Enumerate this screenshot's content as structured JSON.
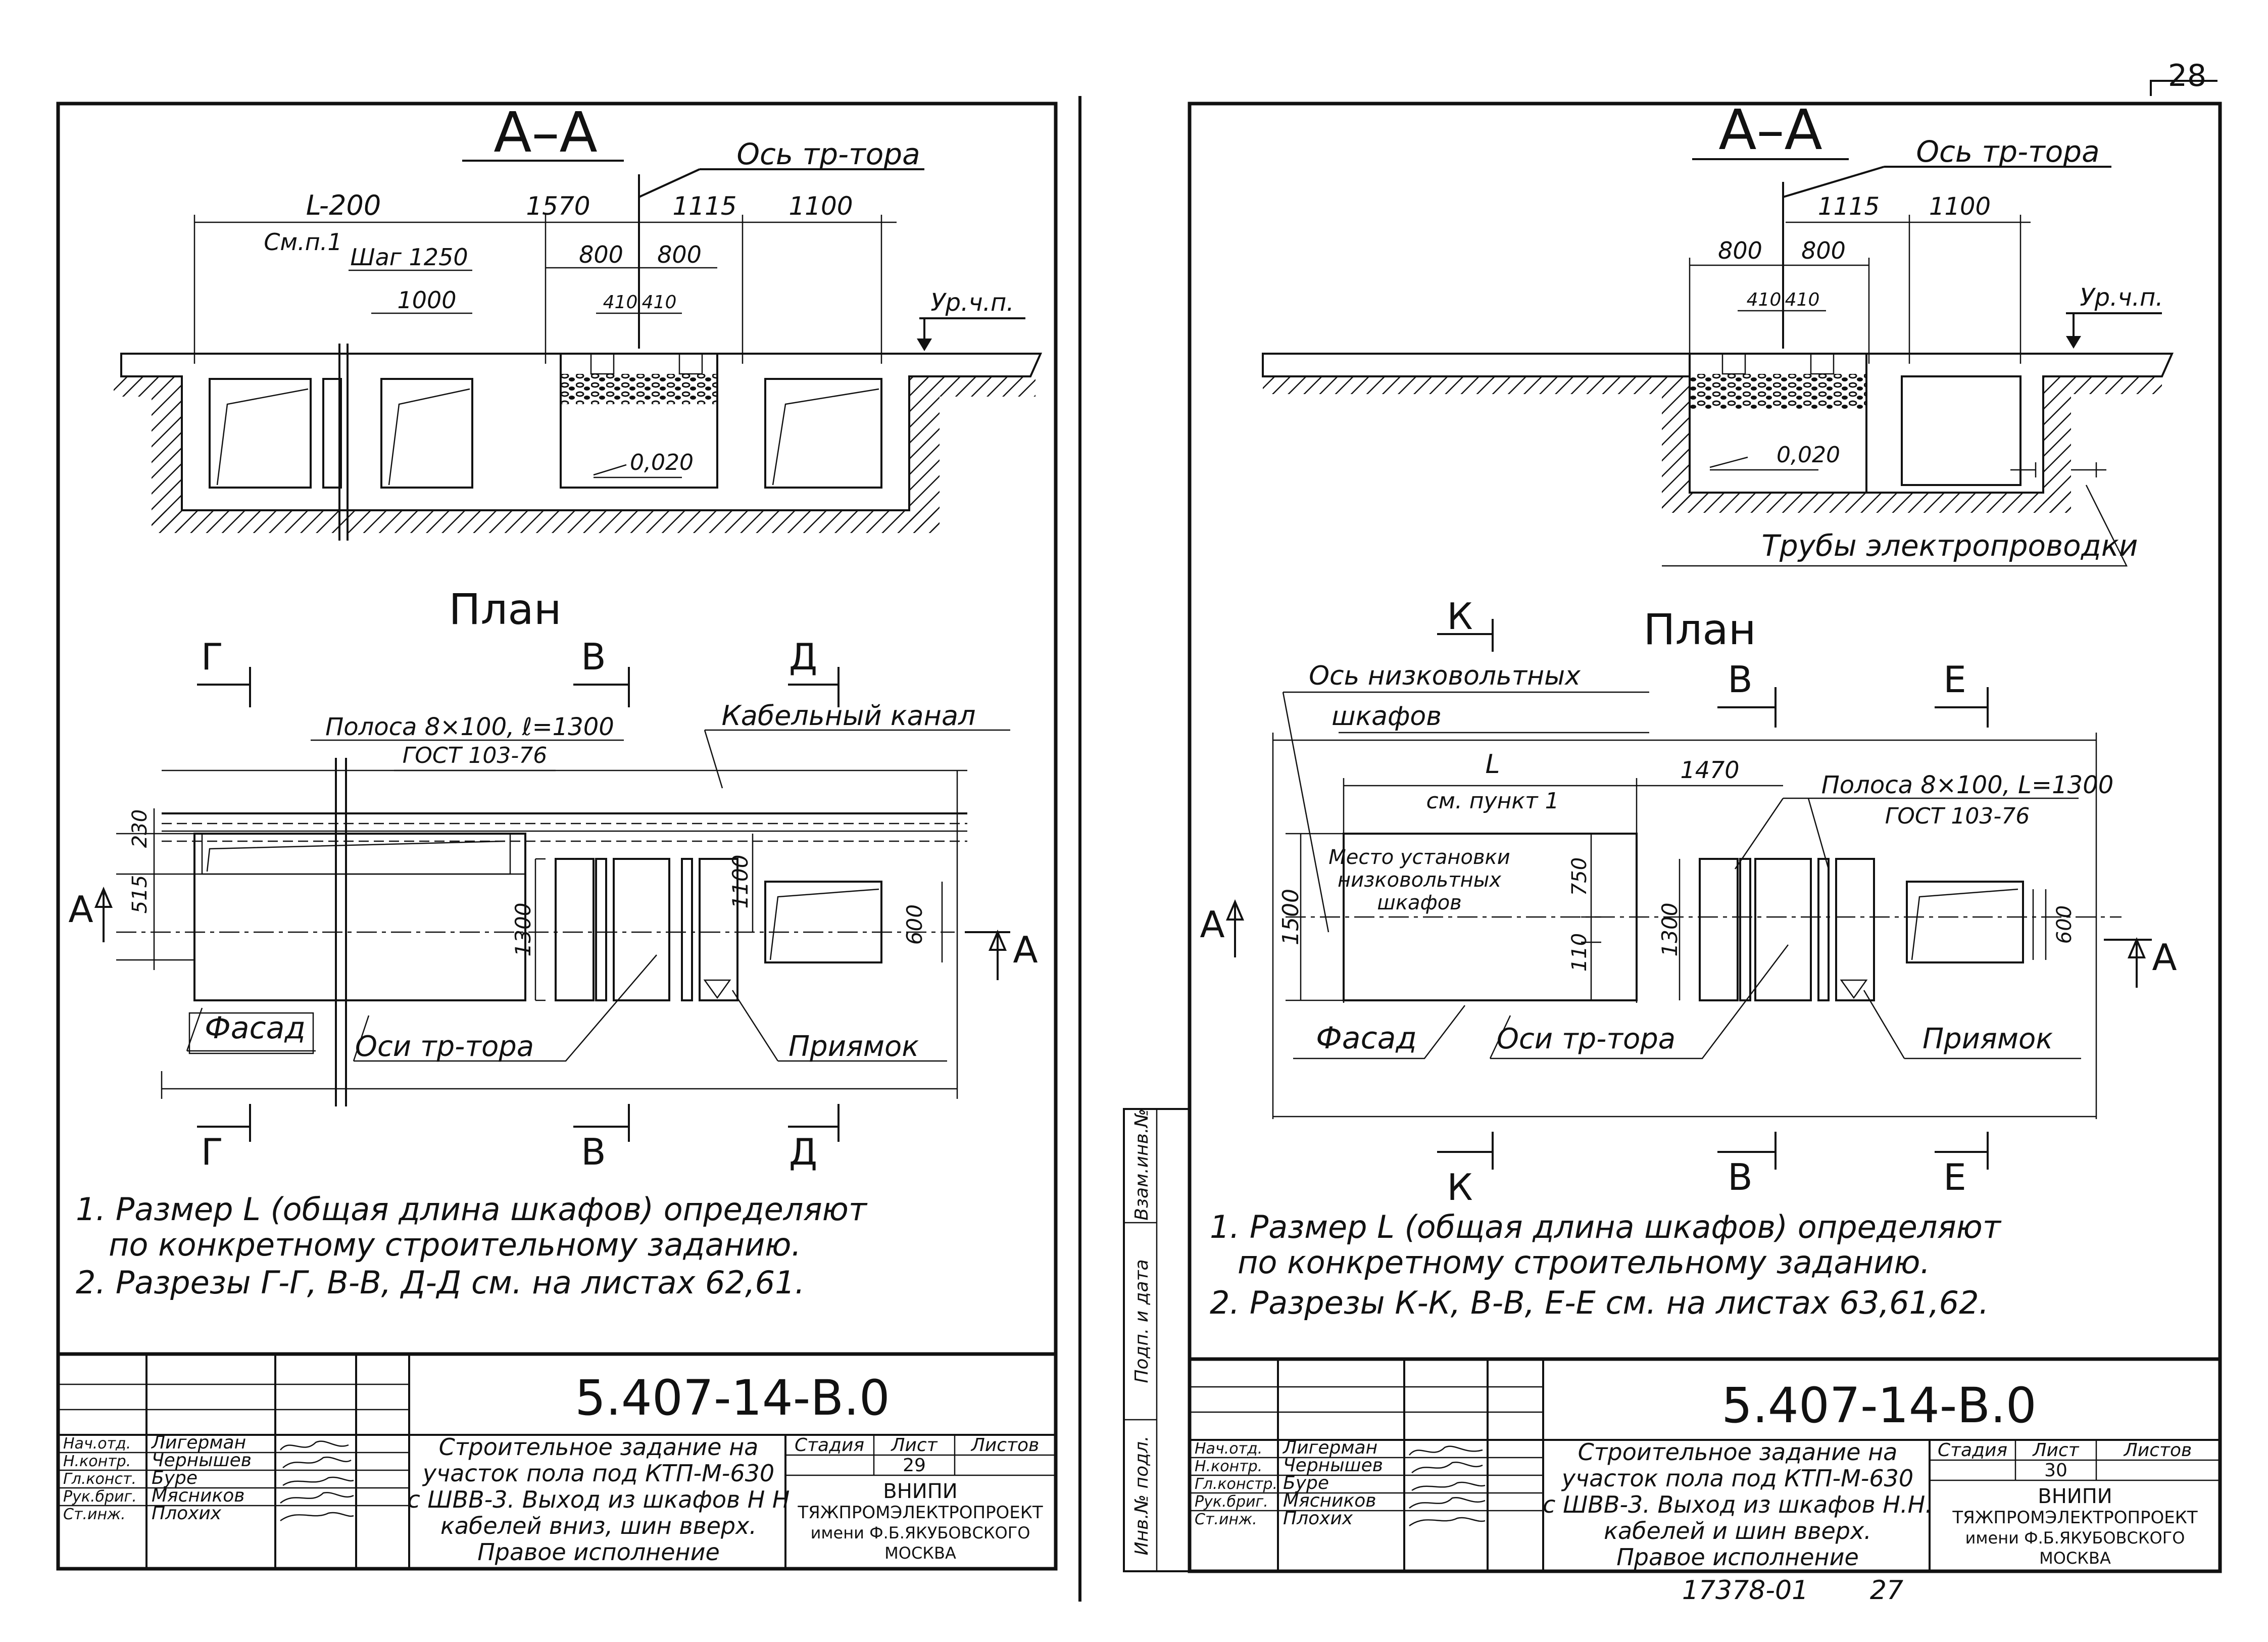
{
  "page_corner_number": "28",
  "bottom_code": "17378-01",
  "bottom_page": "27",
  "left": {
    "section_title": "А–А",
    "axis_label": "Ось тр-тора",
    "dim_L": "L-200",
    "dim_L_ref": "См.п.1",
    "dim_step": "Шаг 1250",
    "dim_1000": "1000",
    "dim_1570": "1570",
    "dim_1115": "1115",
    "dim_1100": "1100",
    "dim_800a": "800",
    "dim_800b": "800",
    "dim_410a": "410",
    "dim_410b": "410",
    "floor_level": "Ур.ч.п.",
    "slope": "0,020",
    "plan_title": "План",
    "cut_g": "Г",
    "cut_v": "В",
    "cut_d": "Д",
    "cut_a": "А",
    "strip_label": "Полоса 8×100, ℓ=1300",
    "gost": "ГОСТ 103-76",
    "cable_channel": "Кабельный канал",
    "dim_230": "230",
    "dim_515": "515",
    "dim_1300": "1300",
    "dim_1100v": "1100",
    "dim_600": "600",
    "facade": "Фасад",
    "transformer_axes": "Оси тр-тора",
    "pit": "Приямок",
    "notes": [
      "1. Размер L (общая длина шкафов) определяют",
      "по конкретному строительному заданию.",
      "2. Разрезы Г-Г, В-В, Д-Д см. на листах 62,61."
    ],
    "doc_code": "5.407-14-В.0",
    "staff": [
      {
        "role": "Нач.отд.",
        "name": "Лигерман"
      },
      {
        "role": "Н.контр.",
        "name": "Чернышев"
      },
      {
        "role": "Гл.конст.",
        "name": "Буре"
      },
      {
        "role": "Рук.бриг.",
        "name": "Мясников"
      },
      {
        "role": "Ст.инж.",
        "name": "Плохих"
      }
    ],
    "title_lines": [
      "Строительное задание на",
      "участок пола под КТП-М-630",
      "с ШВВ-3. Выход из шкафов Н Н",
      "кабелей вниз, шин вверх.",
      "Правое исполнение"
    ],
    "stage_label": "Стадия",
    "sheet_label": "Лист",
    "sheets_label": "Листов",
    "sheet_no": "29",
    "org_lines": [
      "ВНИПИ",
      "ТЯЖПРОМЭЛЕКТРОПРОЕКТ",
      "имени Ф.Б.ЯКУБОВСКОГО",
      "МОСКВА"
    ]
  },
  "right": {
    "section_title": "А–А",
    "axis_label": "Ось тр-тора",
    "dim_1115": "1115",
    "dim_1100": "1100",
    "dim_800a": "800",
    "dim_800b": "800",
    "dim_410a": "410",
    "dim_410b": "410",
    "floor_level": "Ур.ч.п.",
    "slope": "0,020",
    "pipes": "Трубы электропроводки",
    "plan_title": "План",
    "cut_k": "К",
    "cut_v": "В",
    "cut_e": "Е",
    "cut_a": "А",
    "lv_axis_1": "Ось низковольтных",
    "lv_axis_2": "шкафов",
    "dim_L": "L",
    "dim_L_ref": "см. пункт 1",
    "dim_1470": "1470",
    "strip_label": "Полоса 8×100, L=1300",
    "gost": "ГОСТ 103-76",
    "place_1": "Место установки",
    "place_2": "низковольтных",
    "place_3": "шкафов",
    "dim_1500": "1500",
    "dim_750": "750",
    "dim_110": "110",
    "dim_1300": "1300",
    "dim_600": "600",
    "facade": "Фасад",
    "transformer_axes": "Оси тр-тора",
    "pit": "Приямок",
    "notes": [
      "1. Размер L (общая длина шкафов) определяют",
      "по конкретному строительному заданию.",
      "2. Разрезы К-К, В-В, Е-Е см. на листах 63,61,62."
    ],
    "doc_code": "5.407-14-В.0",
    "side_stamps": [
      "Инв.№ подл.",
      "Подп. и дата",
      "Взам.инв.№"
    ],
    "staff": [
      {
        "role": "Нач.отд.",
        "name": "Лигерман"
      },
      {
        "role": "Н.контр.",
        "name": "Чернышев"
      },
      {
        "role": "Гл.констр.",
        "name": "Буре"
      },
      {
        "role": "Рук.бриг.",
        "name": "Мясников"
      },
      {
        "role": "Ст.инж.",
        "name": "Плохих"
      }
    ],
    "title_lines": [
      "Строительное задание на",
      "участок пола под КТП-М-630",
      "с ШВВ-3. Выход из шкафов Н.Н.",
      "кабелей и шин вверх.",
      "Правое исполнение"
    ],
    "stage_label": "Стадия",
    "sheet_label": "Лист",
    "sheets_label": "Листов",
    "sheet_no": "30",
    "org_lines": [
      "ВНИПИ",
      "ТЯЖПРОМЭЛЕКТРОПРОЕКТ",
      "имени Ф.Б.ЯКУБОВСКОГО",
      "МОСКВА"
    ]
  }
}
